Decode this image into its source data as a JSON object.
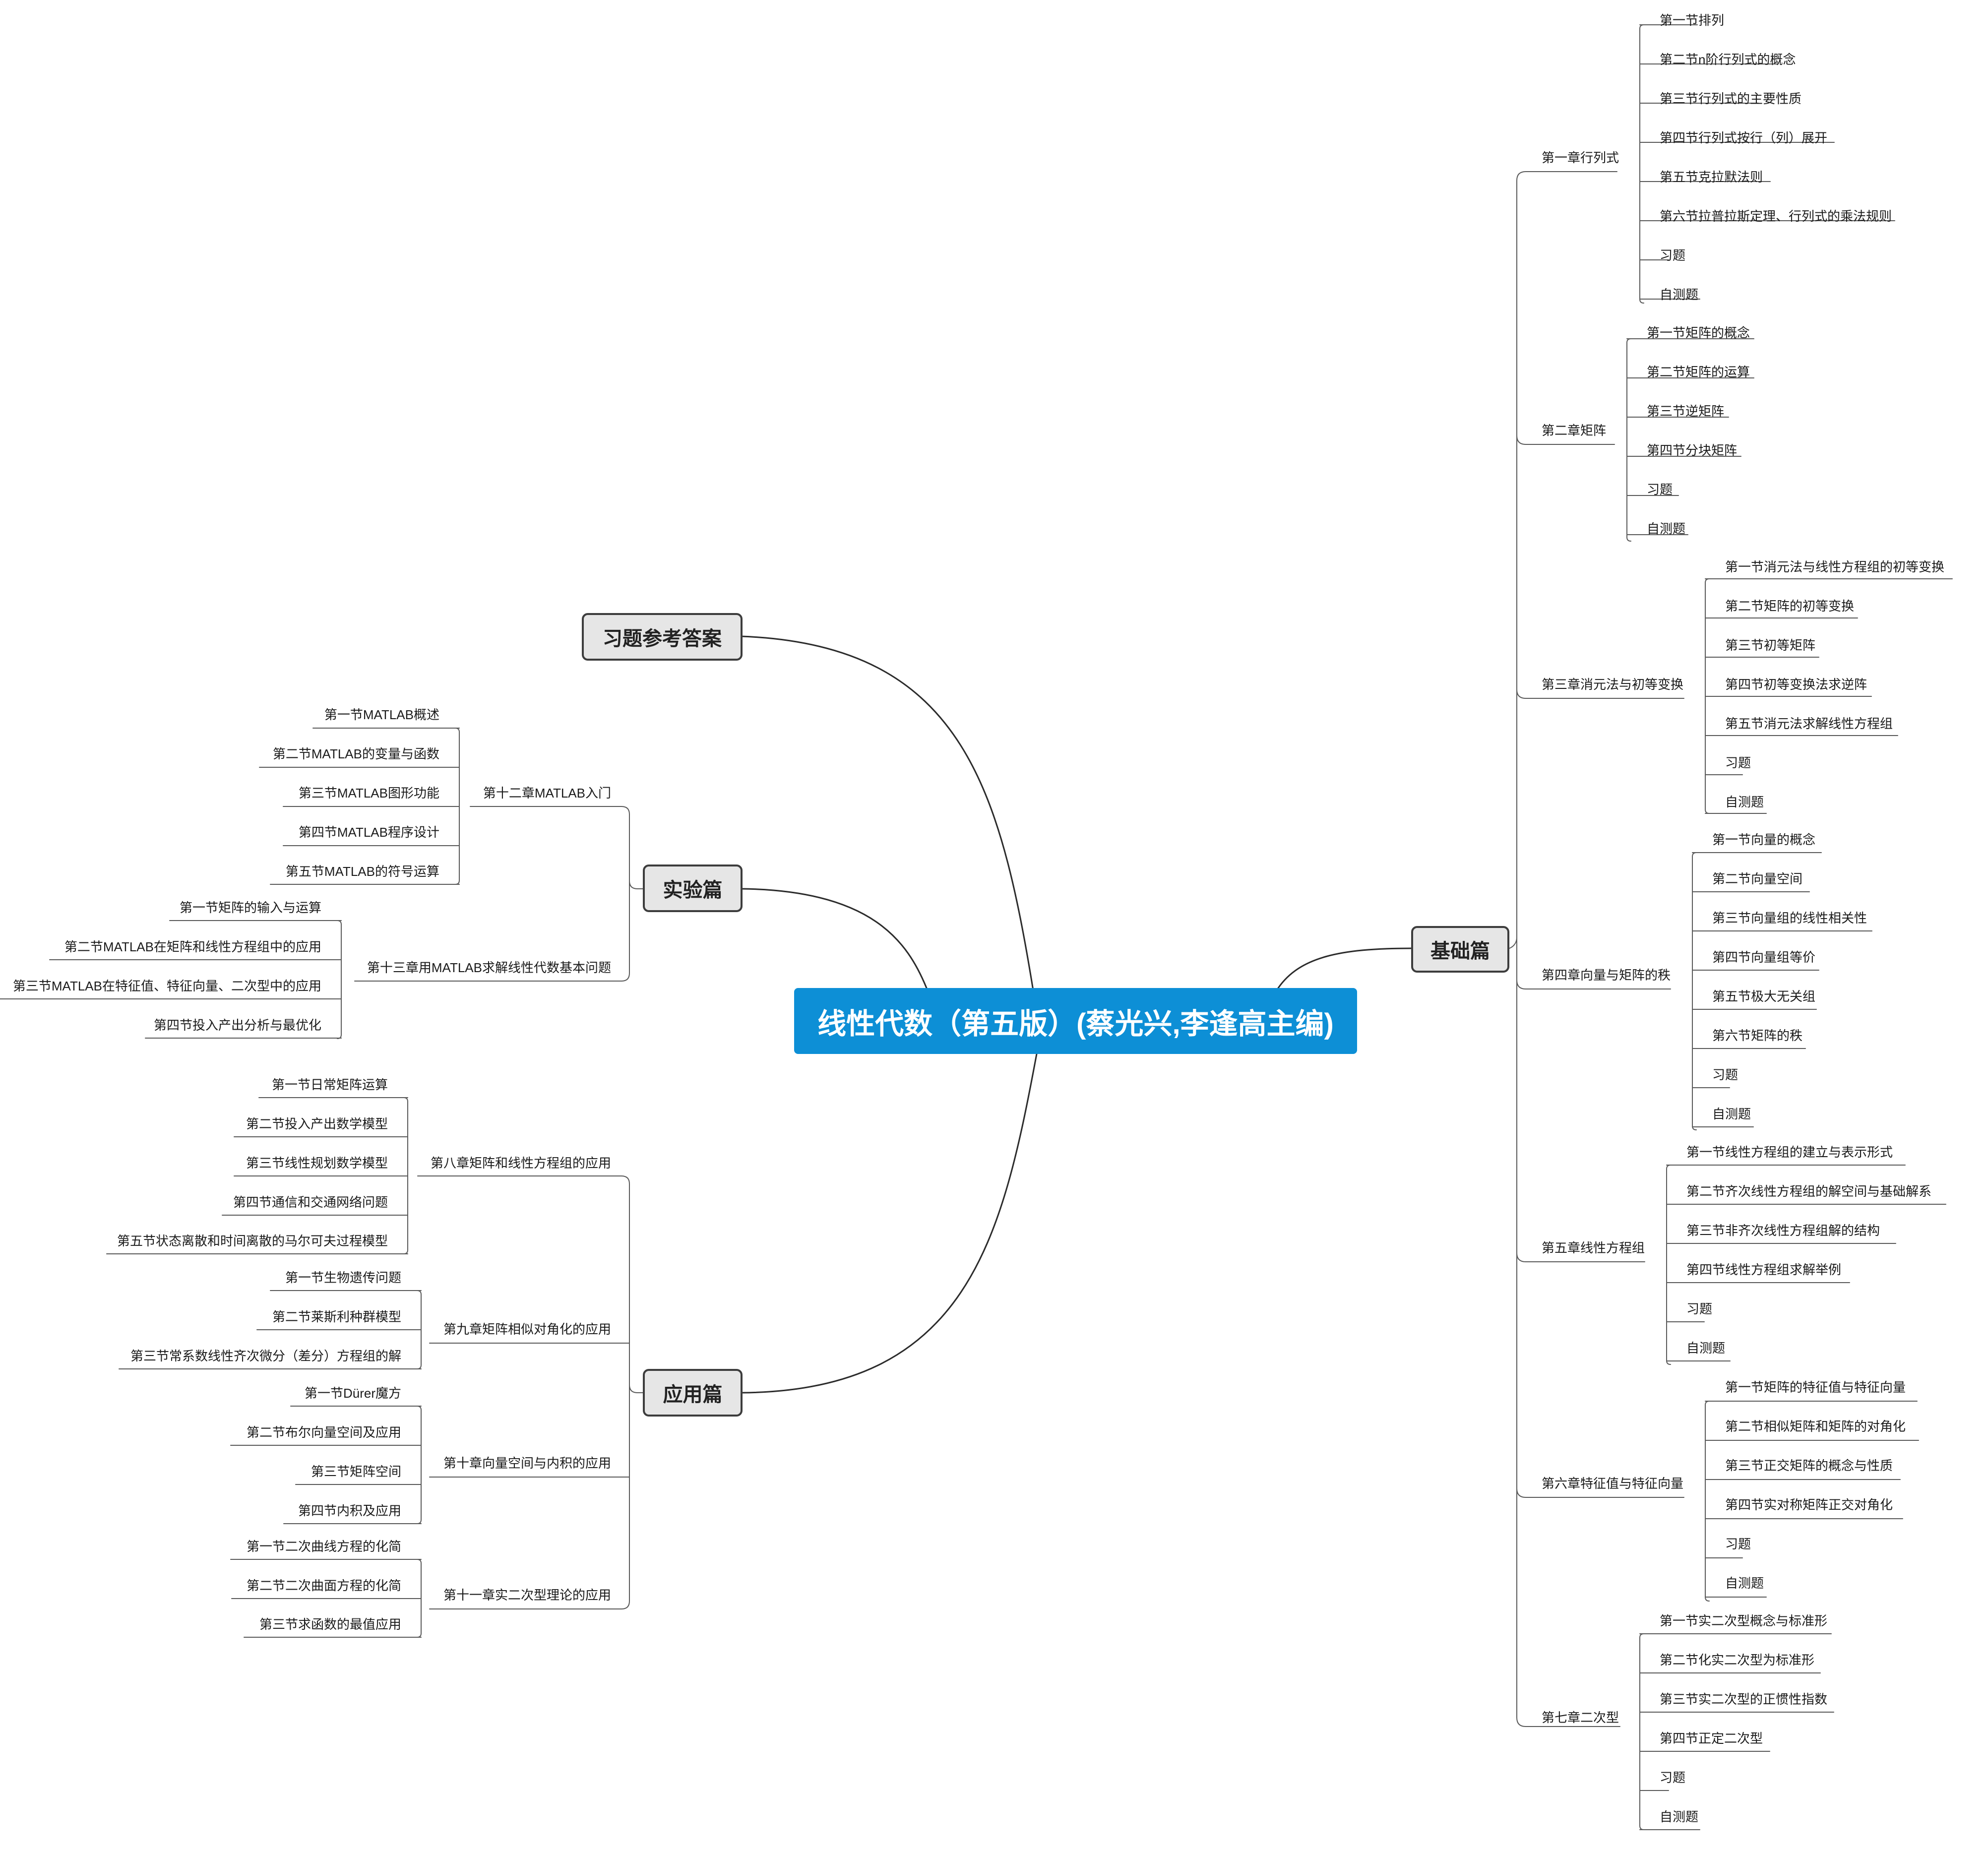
{
  "root": "线性代数（第五版）(蔡光兴,李逢高主编)",
  "branches": {
    "jichu": {
      "label": "基础篇",
      "chapters": [
        {
          "label": "第一章行列式",
          "sections": [
            "第一节排列",
            "第二节n阶行列式的概念",
            "第三节行列式的主要性质",
            "第四节行列式按行（列）展开",
            "第五节克拉默法则",
            "第六节拉普拉斯定理、行列式的乘法规则",
            "习题",
            "自测题"
          ]
        },
        {
          "label": "第二章矩阵",
          "sections": [
            "第一节矩阵的概念",
            "第二节矩阵的运算",
            "第三节逆矩阵",
            "第四节分块矩阵",
            "习题",
            "自测题"
          ]
        },
        {
          "label": "第三章消元法与初等变换",
          "sections": [
            "第一节消元法与线性方程组的初等变换",
            "第二节矩阵的初等变换",
            "第三节初等矩阵",
            "第四节初等变换法求逆阵",
            "第五节消元法求解线性方程组",
            "习题",
            "自测题"
          ]
        },
        {
          "label": "第四章向量与矩阵的秩",
          "sections": [
            "第一节向量的概念",
            "第二节向量空间",
            "第三节向量组的线性相关性",
            "第四节向量组等价",
            "第五节极大无关组",
            "第六节矩阵的秩",
            "习题",
            "自测题"
          ]
        },
        {
          "label": "第五章线性方程组",
          "sections": [
            "第一节线性方程组的建立与表示形式",
            "第二节齐次线性方程组的解空间与基础解系",
            "第三节非齐次线性方程组解的结构",
            "第四节线性方程组求解举例",
            "习题",
            "自测题"
          ]
        },
        {
          "label": "第六章特征值与特征向量",
          "sections": [
            "第一节矩阵的特征值与特征向量",
            "第二节相似矩阵和矩阵的对角化",
            "第三节正交矩阵的概念与性质",
            "第四节实对称矩阵正交对角化",
            "习题",
            "自测题"
          ]
        },
        {
          "label": "第七章二次型",
          "sections": [
            "第一节实二次型概念与标准形",
            "第二节化实二次型为标准形",
            "第三节实二次型的正惯性指数",
            "第四节正定二次型",
            "习题",
            "自测题"
          ]
        }
      ]
    },
    "daan": {
      "label": "习题参考答案"
    },
    "shiyan": {
      "label": "实验篇",
      "chapters": [
        {
          "label": "第十二章MATLAB入门",
          "sections": [
            "第一节MATLAB概述",
            "第二节MATLAB的变量与函数",
            "第三节MATLAB图形功能",
            "第四节MATLAB程序设计",
            "第五节MATLAB的符号运算"
          ]
        },
        {
          "label": "第十三章用MATLAB求解线性代数基本问题",
          "sections": [
            "第一节矩阵的输入与运算",
            "第二节MATLAB在矩阵和线性方程组中的应用",
            "第三节MATLAB在特征值、特征向量、二次型中的应用",
            "第四节投入产出分析与最优化"
          ]
        }
      ]
    },
    "yingyong": {
      "label": "应用篇",
      "chapters": [
        {
          "label": "第八章矩阵和线性方程组的应用",
          "sections": [
            "第一节日常矩阵运算",
            "第二节投入产出数学模型",
            "第三节线性规划数学模型",
            "第四节通信和交通网络问题",
            "第五节状态离散和时间离散的马尔可夫过程模型"
          ]
        },
        {
          "label": "第九章矩阵相似对角化的应用",
          "sections": [
            "第一节生物遗传问题",
            "第二节莱斯利种群模型",
            "第三节常系数线性齐次微分（差分）方程组的解"
          ]
        },
        {
          "label": "第十章向量空间与内积的应用",
          "sections": [
            "第一节Dürer魔方",
            "第二节布尔向量空间及应用",
            "第三节矩阵空间",
            "第四节内积及应用"
          ]
        },
        {
          "label": "第十一章实二次型理论的应用",
          "sections": [
            "第一节二次曲线方程的化简",
            "第二节二次曲面方程的化简",
            "第三节求函数的最值应用"
          ]
        }
      ]
    }
  }
}
